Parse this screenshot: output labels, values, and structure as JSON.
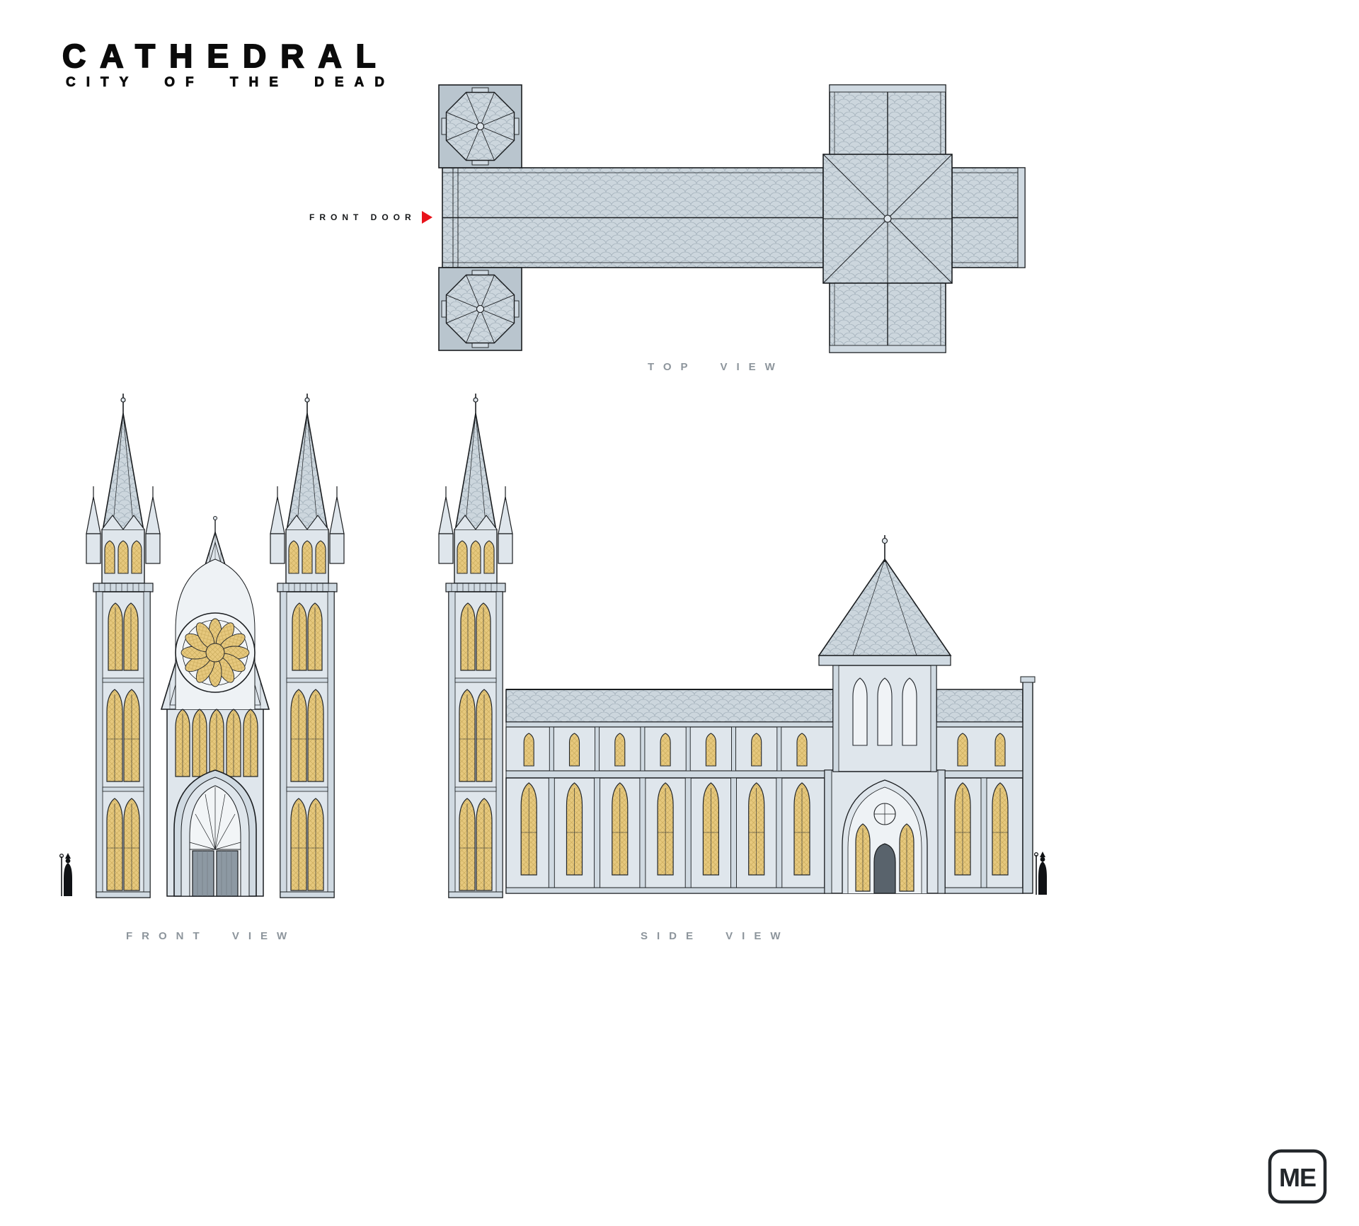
{
  "header": {
    "title": "CATHEDRAL",
    "subtitle": "CITY OF THE DEAD"
  },
  "views": {
    "top": {
      "label": "TOP VIEW"
    },
    "front": {
      "label": "FRONT VIEW"
    },
    "side": {
      "label": "SIDE VIEW"
    }
  },
  "annotations": {
    "front_door": {
      "label": "FRONT DOOR",
      "arrow_color": "#e8131b"
    }
  },
  "logo": {
    "monogram": "ME"
  },
  "palette": {
    "background": "#ffffff",
    "outline": "#1a1d20",
    "wall": "#dfe6ec",
    "wall_shade": "#d0dae2",
    "roof": "#ccd6dd",
    "roof_hatch": "#a5b2bc",
    "window_gold": "#e6c87d",
    "label_gray": "#8d959c",
    "silhouette": "#101215",
    "door_gray": "#8d99a3"
  }
}
